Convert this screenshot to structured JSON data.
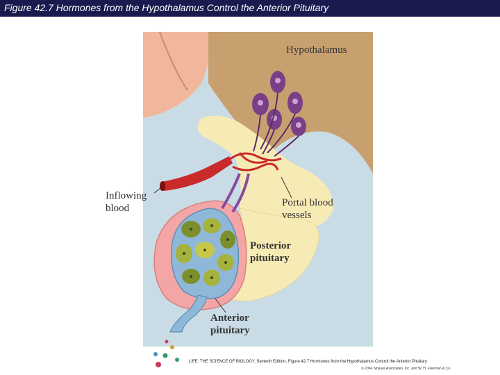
{
  "header": {
    "title": "Figure 42.7 Hormones from the Hypothalamus Control the Anterior Pituitary"
  },
  "diagram": {
    "labels": {
      "hypothalamus": "Hypothalamus",
      "inflowing_1": "Inflowing",
      "inflowing_2": "blood",
      "portal_1": "Portal blood",
      "portal_2": "vessels",
      "posterior_1": "Posterior",
      "posterior_2": "pituitary",
      "anterior_1": "Anterior",
      "anterior_2": "pituitary"
    }
  },
  "footer": {
    "credit": "LIFE: THE SCIENCE OF BIOLOGY, Seventh Edition, Figure 42.7 Hormones from the Hypothalamus Control the Anterior Pituitary",
    "copyright": "© 2004 Sinauer Associates, Inc. and W. H. Freeman & Co."
  },
  "colors": {
    "title_bar": "#1a1a4e",
    "background_blue": "#c9dce6",
    "hypothalamus_tan": "#c8a070",
    "flesh_pink": "#f0b79c",
    "cream": "#f7ebb5",
    "neuron_purple": "#7a3f86",
    "artery_red": "#c92a2a",
    "posterior_pink": "#f4a6a6",
    "anterior_blue": "#8fb8d8",
    "cell_green": "#7c8f2c"
  }
}
